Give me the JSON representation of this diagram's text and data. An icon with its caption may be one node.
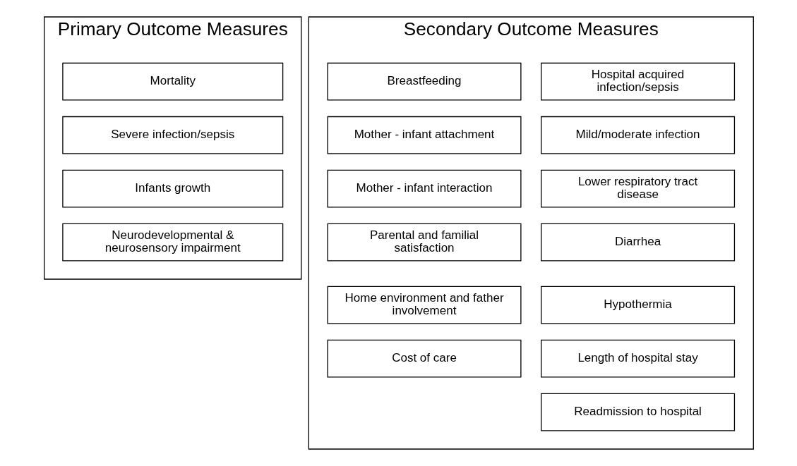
{
  "diagram": {
    "nodes": [
      {
        "text": [
          "Primary Outcome Measures"
        ]
      },
      {
        "text": [
          "Mortality"
        ],
        "in": 0
      },
      {
        "text": [
          "Severe infection/sepsis"
        ],
        "in": 0
      },
      {
        "text": [
          "Infants growth"
        ],
        "in": 0
      },
      {
        "text": [
          "Neurodevelopmental & neurosensory impairment"
        ],
        "in": 0
      },
      {
        "text": [
          "Secondary Outcome Measures"
        ]
      },
      {
        "text": [
          "Hospital acquired infection/sepsis"
        ],
        "in": 5
      },
      {
        "text": [
          "Mild/moderate infection"
        ],
        "in": 5
      },
      {
        "text": [
          "Lower respiratory tract disease"
        ],
        "in": 5
      },
      {
        "text": [
          "Diarrhea"
        ],
        "in": 5
      },
      {
        "text": [
          "Hypothermia"
        ],
        "in": 5
      },
      {
        "text": [
          "Length of hospital stay"
        ],
        "in": 5
      },
      {
        "text": [
          "Readmission to hospital"
        ],
        "in": 5
      },
      {
        "text": [
          "Breastfeeding"
        ],
        "in": 5
      },
      {
        "text": [
          "Mother - infant attachment"
        ],
        "in": 5
      },
      {
        "text": [
          "Mother - infant interaction"
        ],
        "in": 5
      },
      {
        "text": [
          "Parental and familial satisfaction"
        ],
        "in": 5
      },
      {
        "text": [
          "Home environment and father involvement"
        ],
        "in": 5
      },
      {
        "text": [
          "Cost of care"
        ],
        "in": 5
      }
    ]
  }
}
